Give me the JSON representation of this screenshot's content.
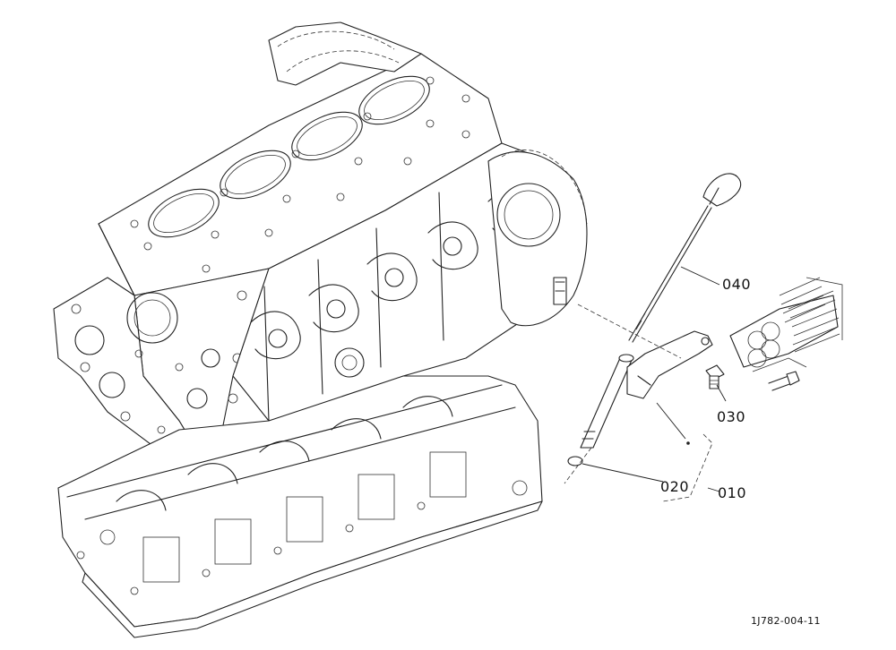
{
  "diagram": {
    "callouts": [
      {
        "id": "dipstick",
        "text": "040"
      },
      {
        "id": "bolt",
        "text": "030"
      },
      {
        "id": "o-ring",
        "text": "020"
      },
      {
        "id": "guide-assembly",
        "text": "010"
      }
    ],
    "reference_code": "1J782-004-11"
  }
}
